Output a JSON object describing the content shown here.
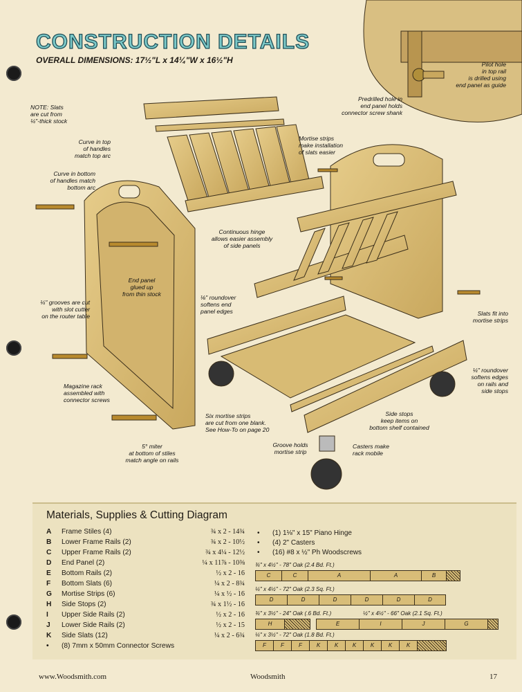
{
  "header": {
    "title": "CONSTRUCTION DETAILS",
    "dimensions": "OVERALL DIMENSIONS: 17½\"L x 14¼\"W x 16½\"H"
  },
  "callouts": {
    "note": "NOTE: Slats\nare cut from\n¼\"-thick stock",
    "curve_top": "Curve in top\nof handles\nmatch top arc",
    "curve_bottom": "Curve in bottom\nof handles match\nbottom arc",
    "grooves": "¼\" grooves are cut\nwith slot cutter\non the router table",
    "magazine": "Magazine rack\nassembled with\nconnector screws",
    "end_panel": "End panel\nglued up\nfrom thin stock",
    "roundover_end": "⅛\" roundover\nsoftens end\npanel edges",
    "miter": "5° miter\nat bottom of stiles\nmatch angle on rails",
    "hinge": "Continuous hinge\nallows easier assembly\nof side panels",
    "mortise_strips": "Mortise strips\nmake installation\nof slats easier",
    "predrilled": "Predrilled hole in\nend panel holds\nconnector screw shank",
    "pilot": "Pilot hole\nin top rail\nis drilled using\nend panel as guide",
    "slats_fit": "Slats fit into\nmortise strips",
    "roundover_rails": "¼\" roundover\nsoftens edges\non rails and\nside stops",
    "six_strips": "Six mortise strips\nare cut from one blank.\nSee How-To on page 20",
    "side_stops": "Side stops\nkeep items on\nbottom shelf contained",
    "groove_holds": "Groove holds\nmortise strip",
    "casters": "Casters make\nrack mobile"
  },
  "materials": {
    "title": "Materials, Supplies & Cutting Diagram",
    "items": [
      {
        "key": "A",
        "name": "Frame Stiles (4)",
        "dim": "¾ x 2 - 14¾"
      },
      {
        "key": "B",
        "name": "Lower Frame Rails (2)",
        "dim": "¾ x 2 - 10½"
      },
      {
        "key": "C",
        "name": "Upper Frame Rails (2)",
        "dim": "¾ x 4¼ - 12½"
      },
      {
        "key": "D",
        "name": "End Panel (2)",
        "dim": "¼ x 11⅞ - 10⅜"
      },
      {
        "key": "E",
        "name": "Bottom Rails (2)",
        "dim": "½ x 2 - 16"
      },
      {
        "key": "F",
        "name": "Bottom Slats (6)",
        "dim": "¼ x 2 - 8¾"
      },
      {
        "key": "G",
        "name": "Mortise Strips (6)",
        "dim": "¼ x ½ - 16"
      },
      {
        "key": "H",
        "name": "Side Stops (2)",
        "dim": "¾ x 1½ - 16"
      },
      {
        "key": "I",
        "name": "Upper Side Rails (2)",
        "dim": "½ x 2 - 16"
      },
      {
        "key": "J",
        "name": "Lower Side Rails (2)",
        "dim": "½ x 2 - 15"
      },
      {
        "key": "K",
        "name": "Side Slats (12)",
        "dim": "¼ x 2 - 6¾"
      },
      {
        "key": "•",
        "name": "(8) 7mm x 50mm Connector Screws",
        "dim": ""
      }
    ],
    "hardware": [
      "(1) 1⅛\" x 15\" Piano Hinge",
      "(4) 2\" Casters",
      "(16) #8 x ½\" Ph Woodscrews"
    ],
    "boards": [
      {
        "label": "¾\" x 4½\" - 78\" Oak (2.4 Bd. Ft.)",
        "segs": [
          "C",
          "C",
          "A",
          "A",
          "B"
        ]
      },
      {
        "label": "¼\" x 4½\" - 72\" Oak (2.3 Sq. Ft.)",
        "segs": [
          "D",
          "D",
          "D",
          "D",
          "D",
          "D"
        ]
      },
      {
        "label": "¾\" x 3½\" - 24\" Oak (.6 Bd. Ft.)",
        "segs": [
          "H"
        ]
      },
      {
        "label": "½\" x 4½\" - 66\" Oak (2.1 Sq. Ft.)",
        "segs": [
          "E",
          "I",
          "J",
          "G"
        ]
      },
      {
        "label": "¼\" x 3½\" - 72\" Oak (1.8 Bd. Ft.)",
        "segs": [
          "F",
          "F",
          "F",
          "K",
          "K",
          "K",
          "K",
          "K",
          "K"
        ]
      }
    ]
  },
  "footer": {
    "url": "www.Woodsmith.com",
    "mag": "Woodsmith",
    "page": "17"
  }
}
